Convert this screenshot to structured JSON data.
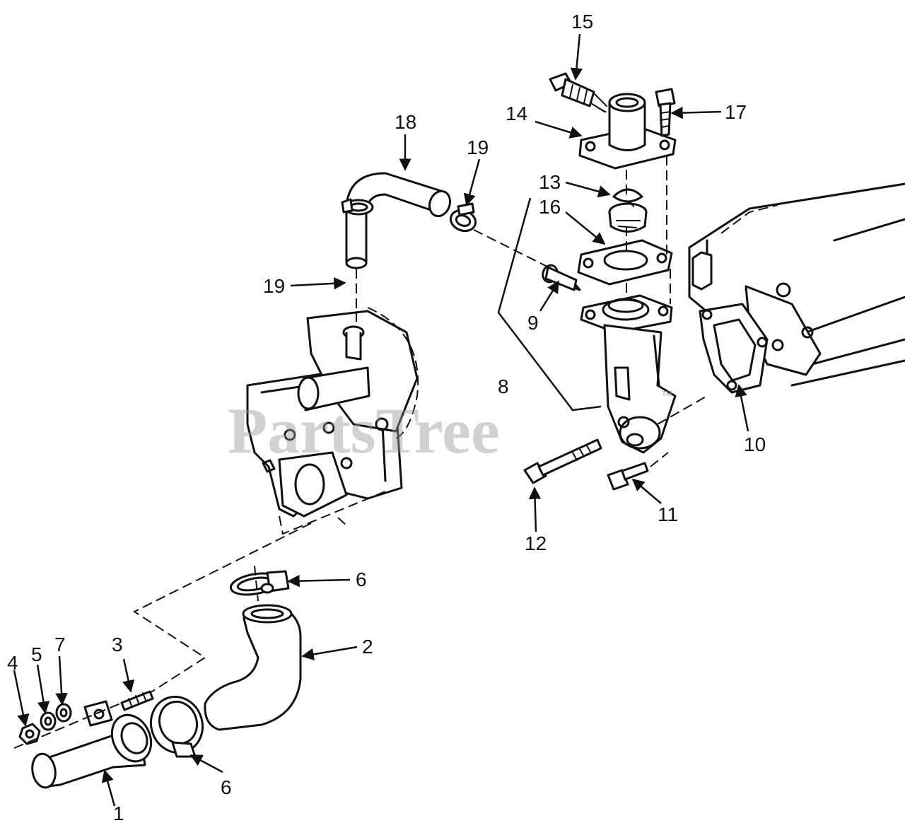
{
  "watermark": {
    "text": "PartsTree",
    "tm": "TM"
  },
  "callouts": [
    "1",
    "2",
    "3",
    "4",
    "5",
    "6",
    "6",
    "7",
    "8",
    "9",
    "10",
    "11",
    "12",
    "13",
    "14",
    "15",
    "16",
    "17",
    "18",
    "19",
    "19"
  ]
}
